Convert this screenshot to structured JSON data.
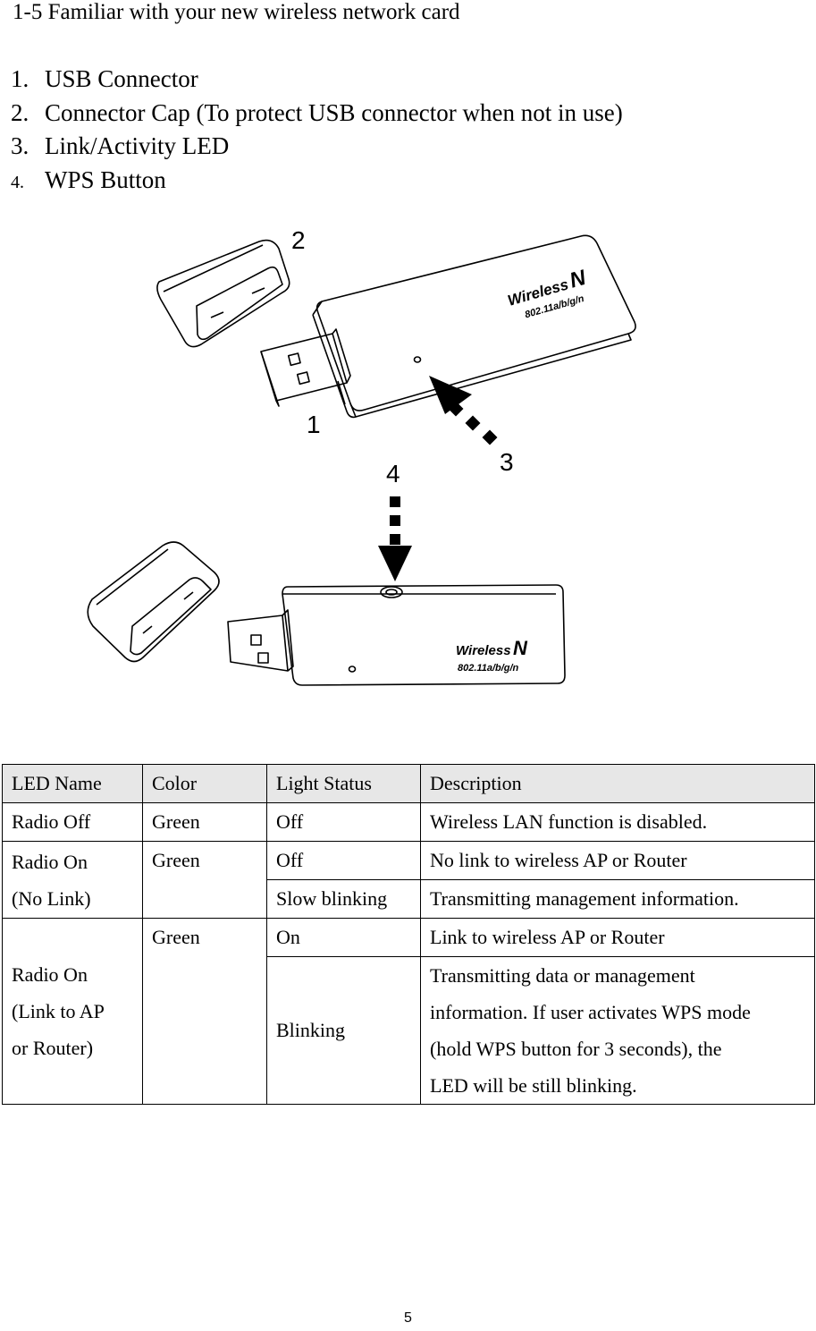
{
  "section": {
    "title": "1-5 Familiar with your new wireless network card"
  },
  "features": [
    {
      "num": "1.",
      "label": "USB Connector"
    },
    {
      "num": "2.",
      "label": "Connector Cap (To protect USB connector when not in use)"
    },
    {
      "num": "3.",
      "label": "Link/Activity LED"
    },
    {
      "num": "4.",
      "label": "WPS Button"
    }
  ],
  "figure": {
    "callouts": {
      "c1": "1",
      "c2": "2",
      "c3": "3",
      "c4": "4"
    },
    "logo_text": "Wireless",
    "logo_letter": "N",
    "logo_spec": "802.11a/b/g/n"
  },
  "table": {
    "headers": [
      "LED Name",
      "Color",
      "Light Status",
      "Description"
    ],
    "r1": {
      "name": "Radio Off",
      "color": "Green",
      "status": "Off",
      "desc": "Wireless LAN function is disabled."
    },
    "r2": {
      "name_line1": "Radio On",
      "name_line2": "(No Link)",
      "color": "Green",
      "status": "Off",
      "desc": "No link to wireless AP or Router"
    },
    "r3": {
      "status": "Slow blinking",
      "desc": "Transmitting management information."
    },
    "r4": {
      "name_line1": "Radio On",
      "name_line2": "(Link to AP",
      "name_line3": "or Router)",
      "color": "Green",
      "status": "On",
      "desc": "Link to wireless AP or Router"
    },
    "r5": {
      "status": "Blinking",
      "desc_line1": "Transmitting data or management",
      "desc_line2": "information. If user activates WPS mode",
      "desc_line3": "(hold WPS button for 3 seconds), the",
      "desc_line4": "LED will be still blinking."
    }
  },
  "page_number": "5"
}
